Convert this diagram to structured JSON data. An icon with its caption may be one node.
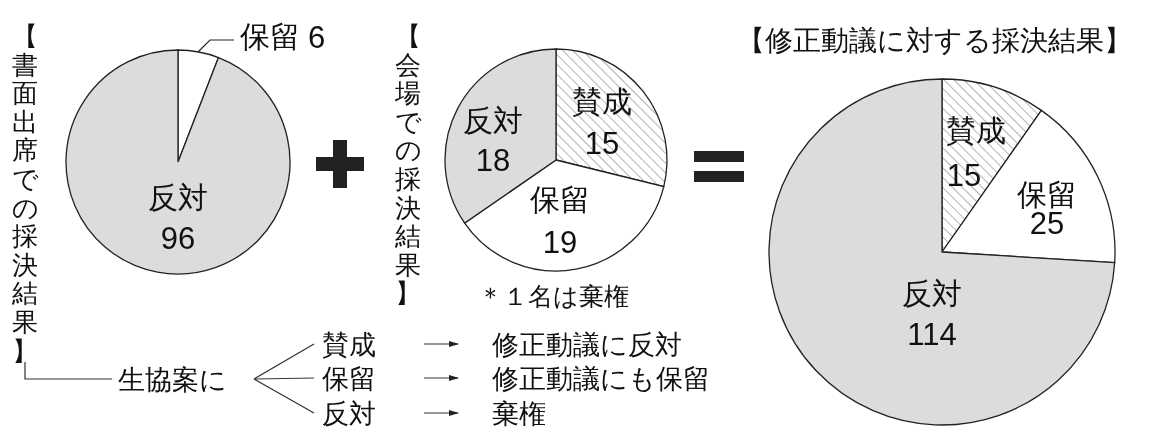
{
  "diagram": {
    "nodes": [
      {
        "text": [
          "生協案に"
        ]
      },
      {
        "text": [
          "賛成"
        ]
      },
      {
        "text": [
          "保留"
        ]
      },
      {
        "text": [
          "反対"
        ]
      },
      {
        "text": [
          "修正動議に反対"
        ]
      },
      {
        "text": [
          "修正動議にも保留"
        ]
      },
      {
        "text": [
          "棄権"
        ]
      }
    ],
    "edges": [
      {
        "from": null,
        "to": 0,
        "arrow": "none"
      },
      {
        "from": 0,
        "to": 1,
        "arrow": "none"
      },
      {
        "from": 0,
        "to": 2,
        "arrow": "none"
      },
      {
        "from": 0,
        "to": 3,
        "arrow": "none"
      },
      {
        "from": 1,
        "to": 4,
        "arrow": "to"
      },
      {
        "from": 2,
        "to": 5,
        "arrow": "to"
      },
      {
        "from": 3,
        "to": 6,
        "arrow": "to"
      }
    ],
    "labels": [
      "＊１名は棄権"
    ],
    "chart_data": [
      {
        "type": "pie",
        "title": "【書面出席での採決結果】",
        "categories": [
          "保留",
          "反対"
        ],
        "values": [
          6,
          96
        ],
        "data_labels": true
      },
      {
        "type": "pie",
        "title": "【会場での採決結果】",
        "categories": [
          "賛成",
          "保留",
          "反対"
        ],
        "values": [
          15,
          19,
          18
        ],
        "data_labels": true
      },
      {
        "type": "pie",
        "title": "【修正動議に対する採決結果】",
        "categories": [
          "賛成",
          "保留",
          "反対"
        ],
        "values": [
          15,
          25,
          114
        ],
        "data_labels": true
      }
    ]
  }
}
